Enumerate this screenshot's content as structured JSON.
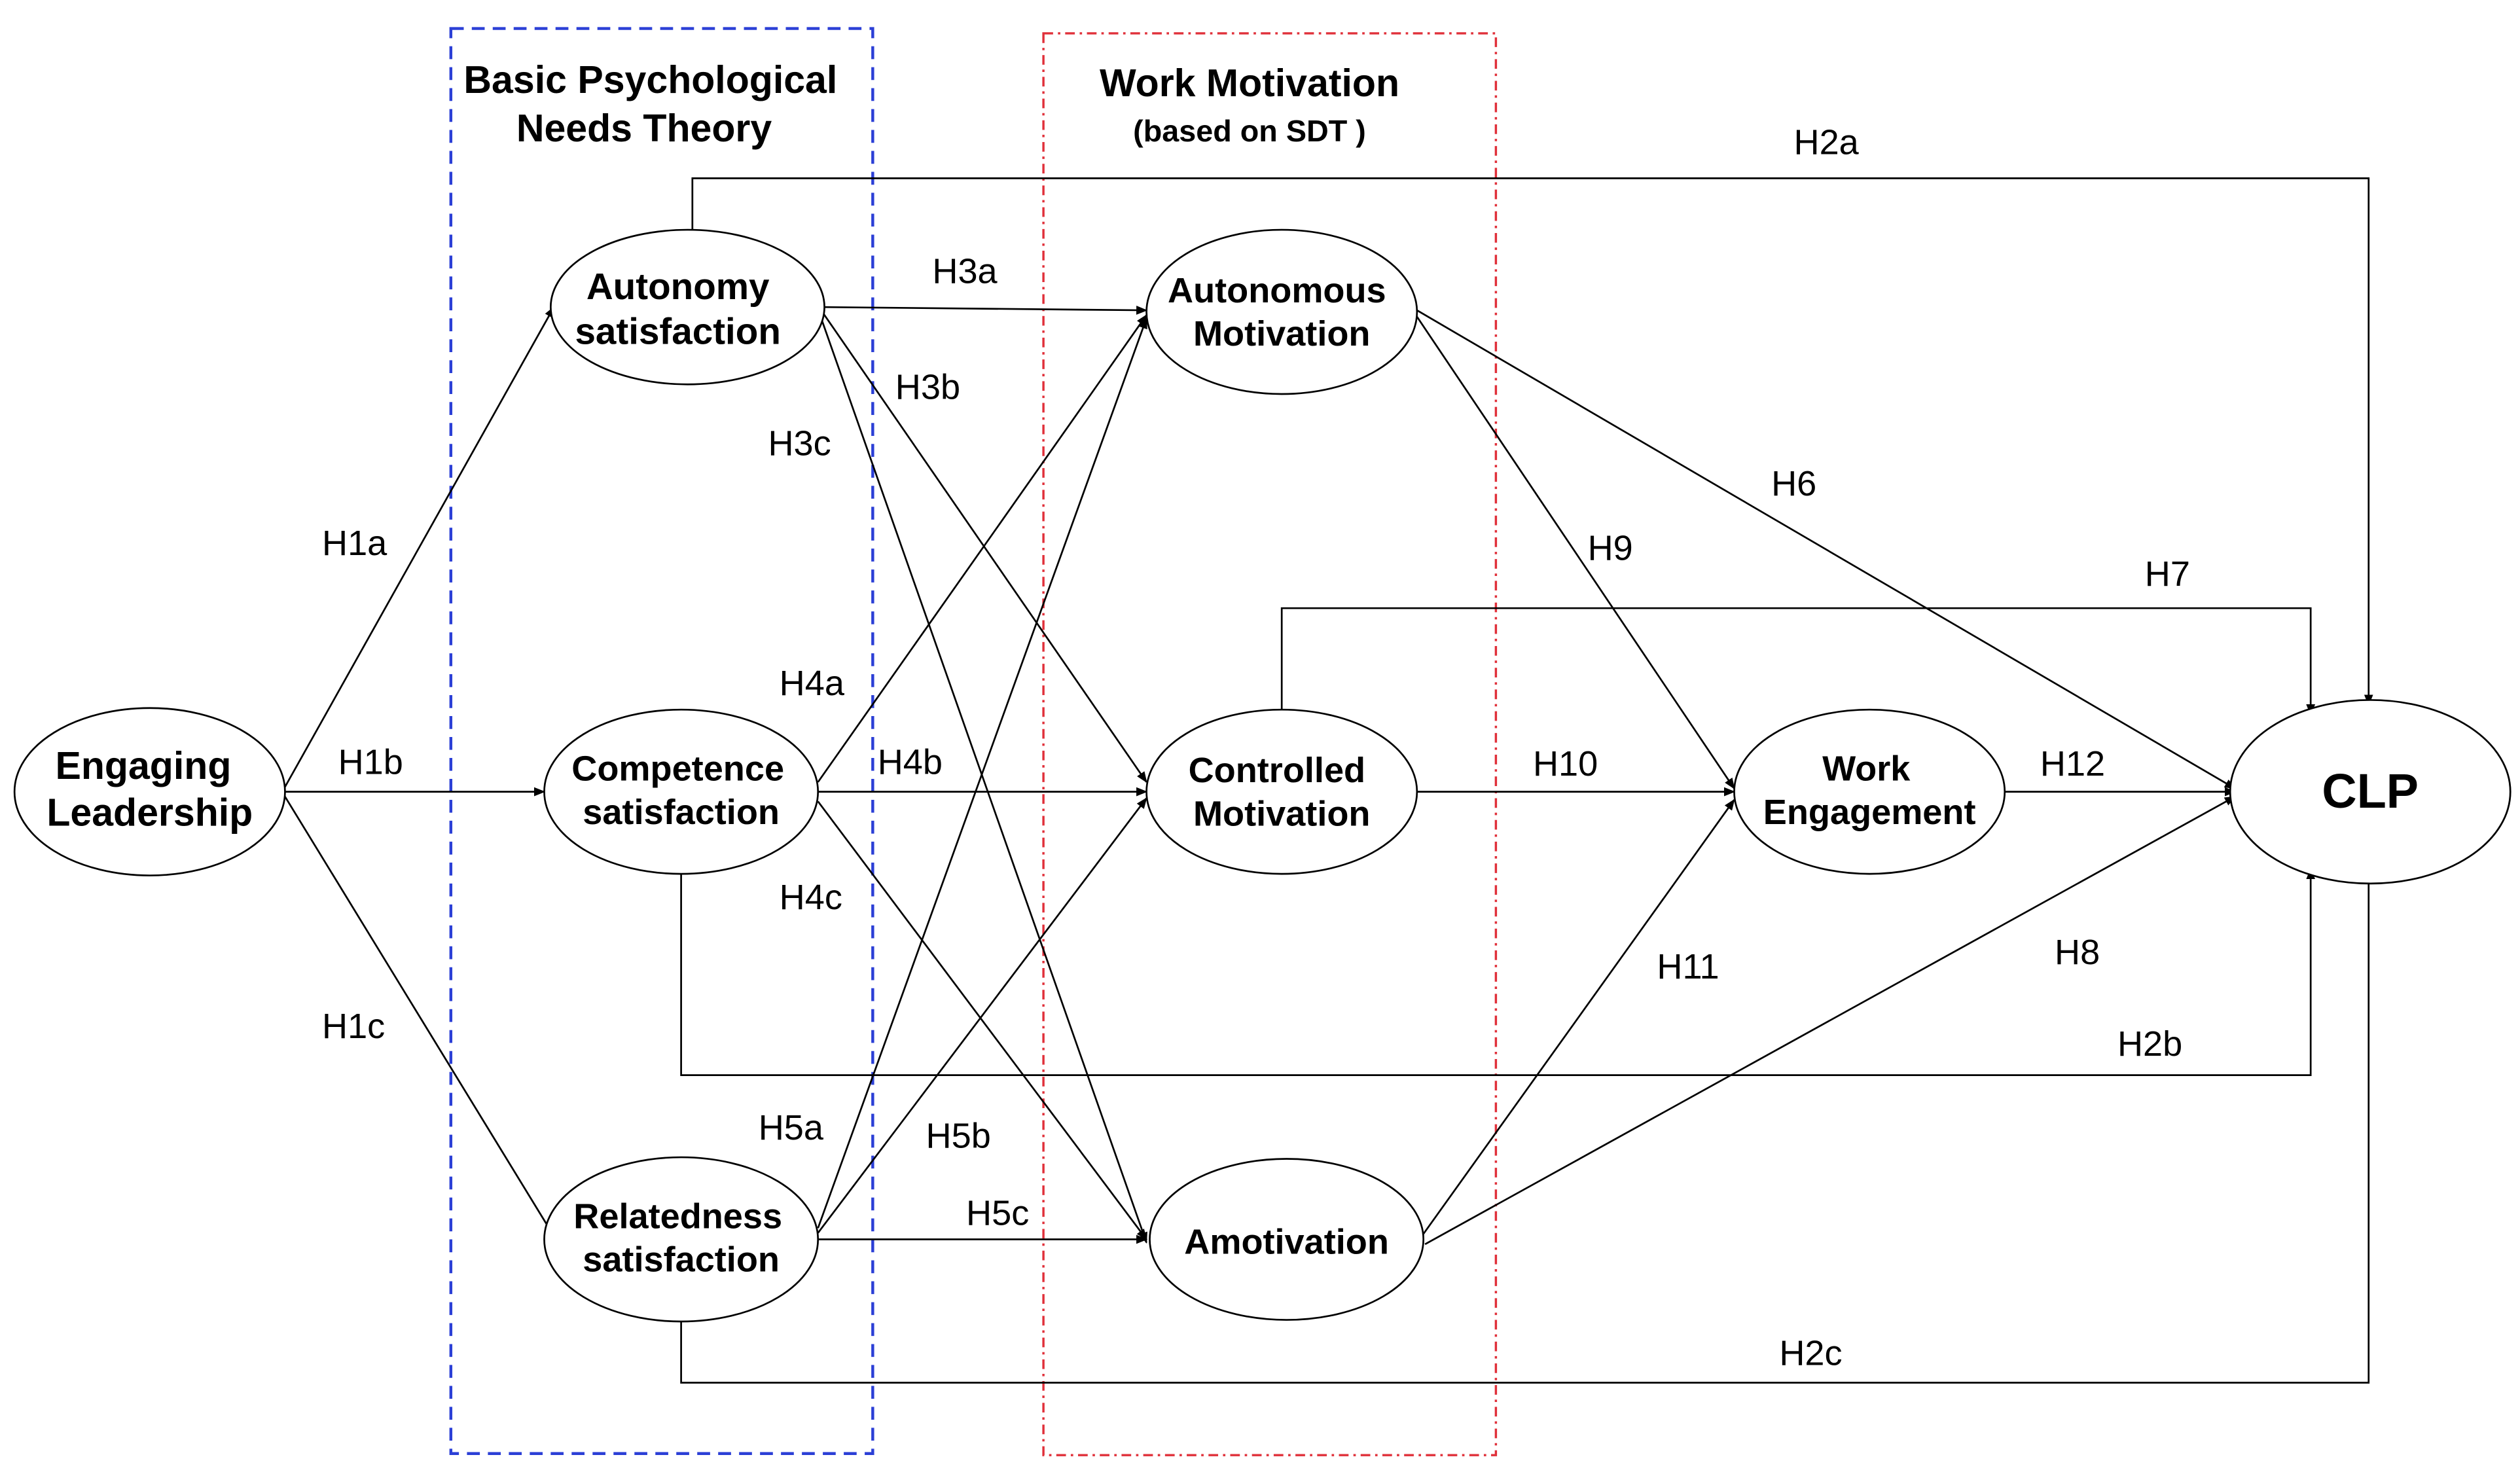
{
  "groups": {
    "bpnt": {
      "line1": "Basic Psychological",
      "line2": "Needs Theory",
      "border_color": "#2b3fd6"
    },
    "work_motivation": {
      "line1": "Work Motivation",
      "line2": "(based on SDT )",
      "border_color": "#e0303a"
    }
  },
  "nodes": {
    "engaging_leadership": {
      "line1": "Engaging",
      "line2": "Leadership"
    },
    "autonomy_satisfaction": {
      "line1": "Autonomy",
      "line2": "satisfaction"
    },
    "competence_satisfaction": {
      "line1": "Competence",
      "line2": "satisfaction"
    },
    "relatedness_satisfaction": {
      "line1": "Relatedness",
      "line2": "satisfaction"
    },
    "autonomous_motivation": {
      "line1": "Autonomous",
      "line2": "Motivation"
    },
    "controlled_motivation": {
      "line1": "Controlled",
      "line2": "Motivation"
    },
    "amotivation": {
      "line1": "Amotivation"
    },
    "work_engagement": {
      "line1": "Work",
      "line2": "Engagement"
    },
    "clp": {
      "line1": "CLP"
    }
  },
  "hypotheses": {
    "H1a": "H1a",
    "H1b": "H1b",
    "H1c": "H1c",
    "H2a": "H2a",
    "H2b": "H2b",
    "H2c": "H2c",
    "H3a": "H3a",
    "H3b": "H3b",
    "H3c": "H3c",
    "H4a": "H4a",
    "H4b": "H4b",
    "H4c": "H4c",
    "H5a": "H5a",
    "H5b": "H5b",
    "H5c": "H5c",
    "H6": "H6",
    "H7": "H7",
    "H8": "H8",
    "H9": "H9",
    "H10": "H10",
    "H11": "H11",
    "H12": "H12"
  }
}
